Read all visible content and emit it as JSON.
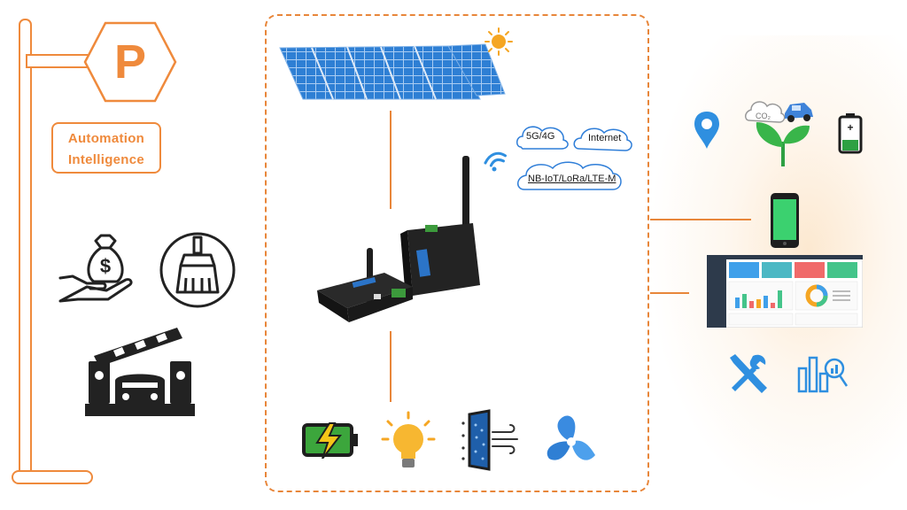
{
  "parking_sign": {
    "letter": "P"
  },
  "automation_chip": {
    "line1": "Automation",
    "line2": "Intelligence"
  },
  "clouds": {
    "cloud_5g": "5G/4G",
    "cloud_internet": "Internet",
    "cloud_nb": "NB-IoT/LoRa/LTE-M"
  },
  "icons": {
    "left": [
      "money-hand-icon",
      "cleaning-brush-icon",
      "parking-barrier-icon"
    ],
    "center_bottom": [
      "battery-charging-icon",
      "light-bulb-icon",
      "air-filter-icon",
      "fan-icon"
    ],
    "right": [
      "location-pin-icon",
      "co2-plant-car-icon",
      "battery-icon",
      "smartphone-icon",
      "dashboard-screenshot",
      "tools-icon",
      "analytics-chart-icon"
    ]
  },
  "colors": {
    "accent": "#ef8a3c",
    "blue": "#2f7ed8",
    "green": "#27ae3c",
    "dark": "#333333"
  }
}
